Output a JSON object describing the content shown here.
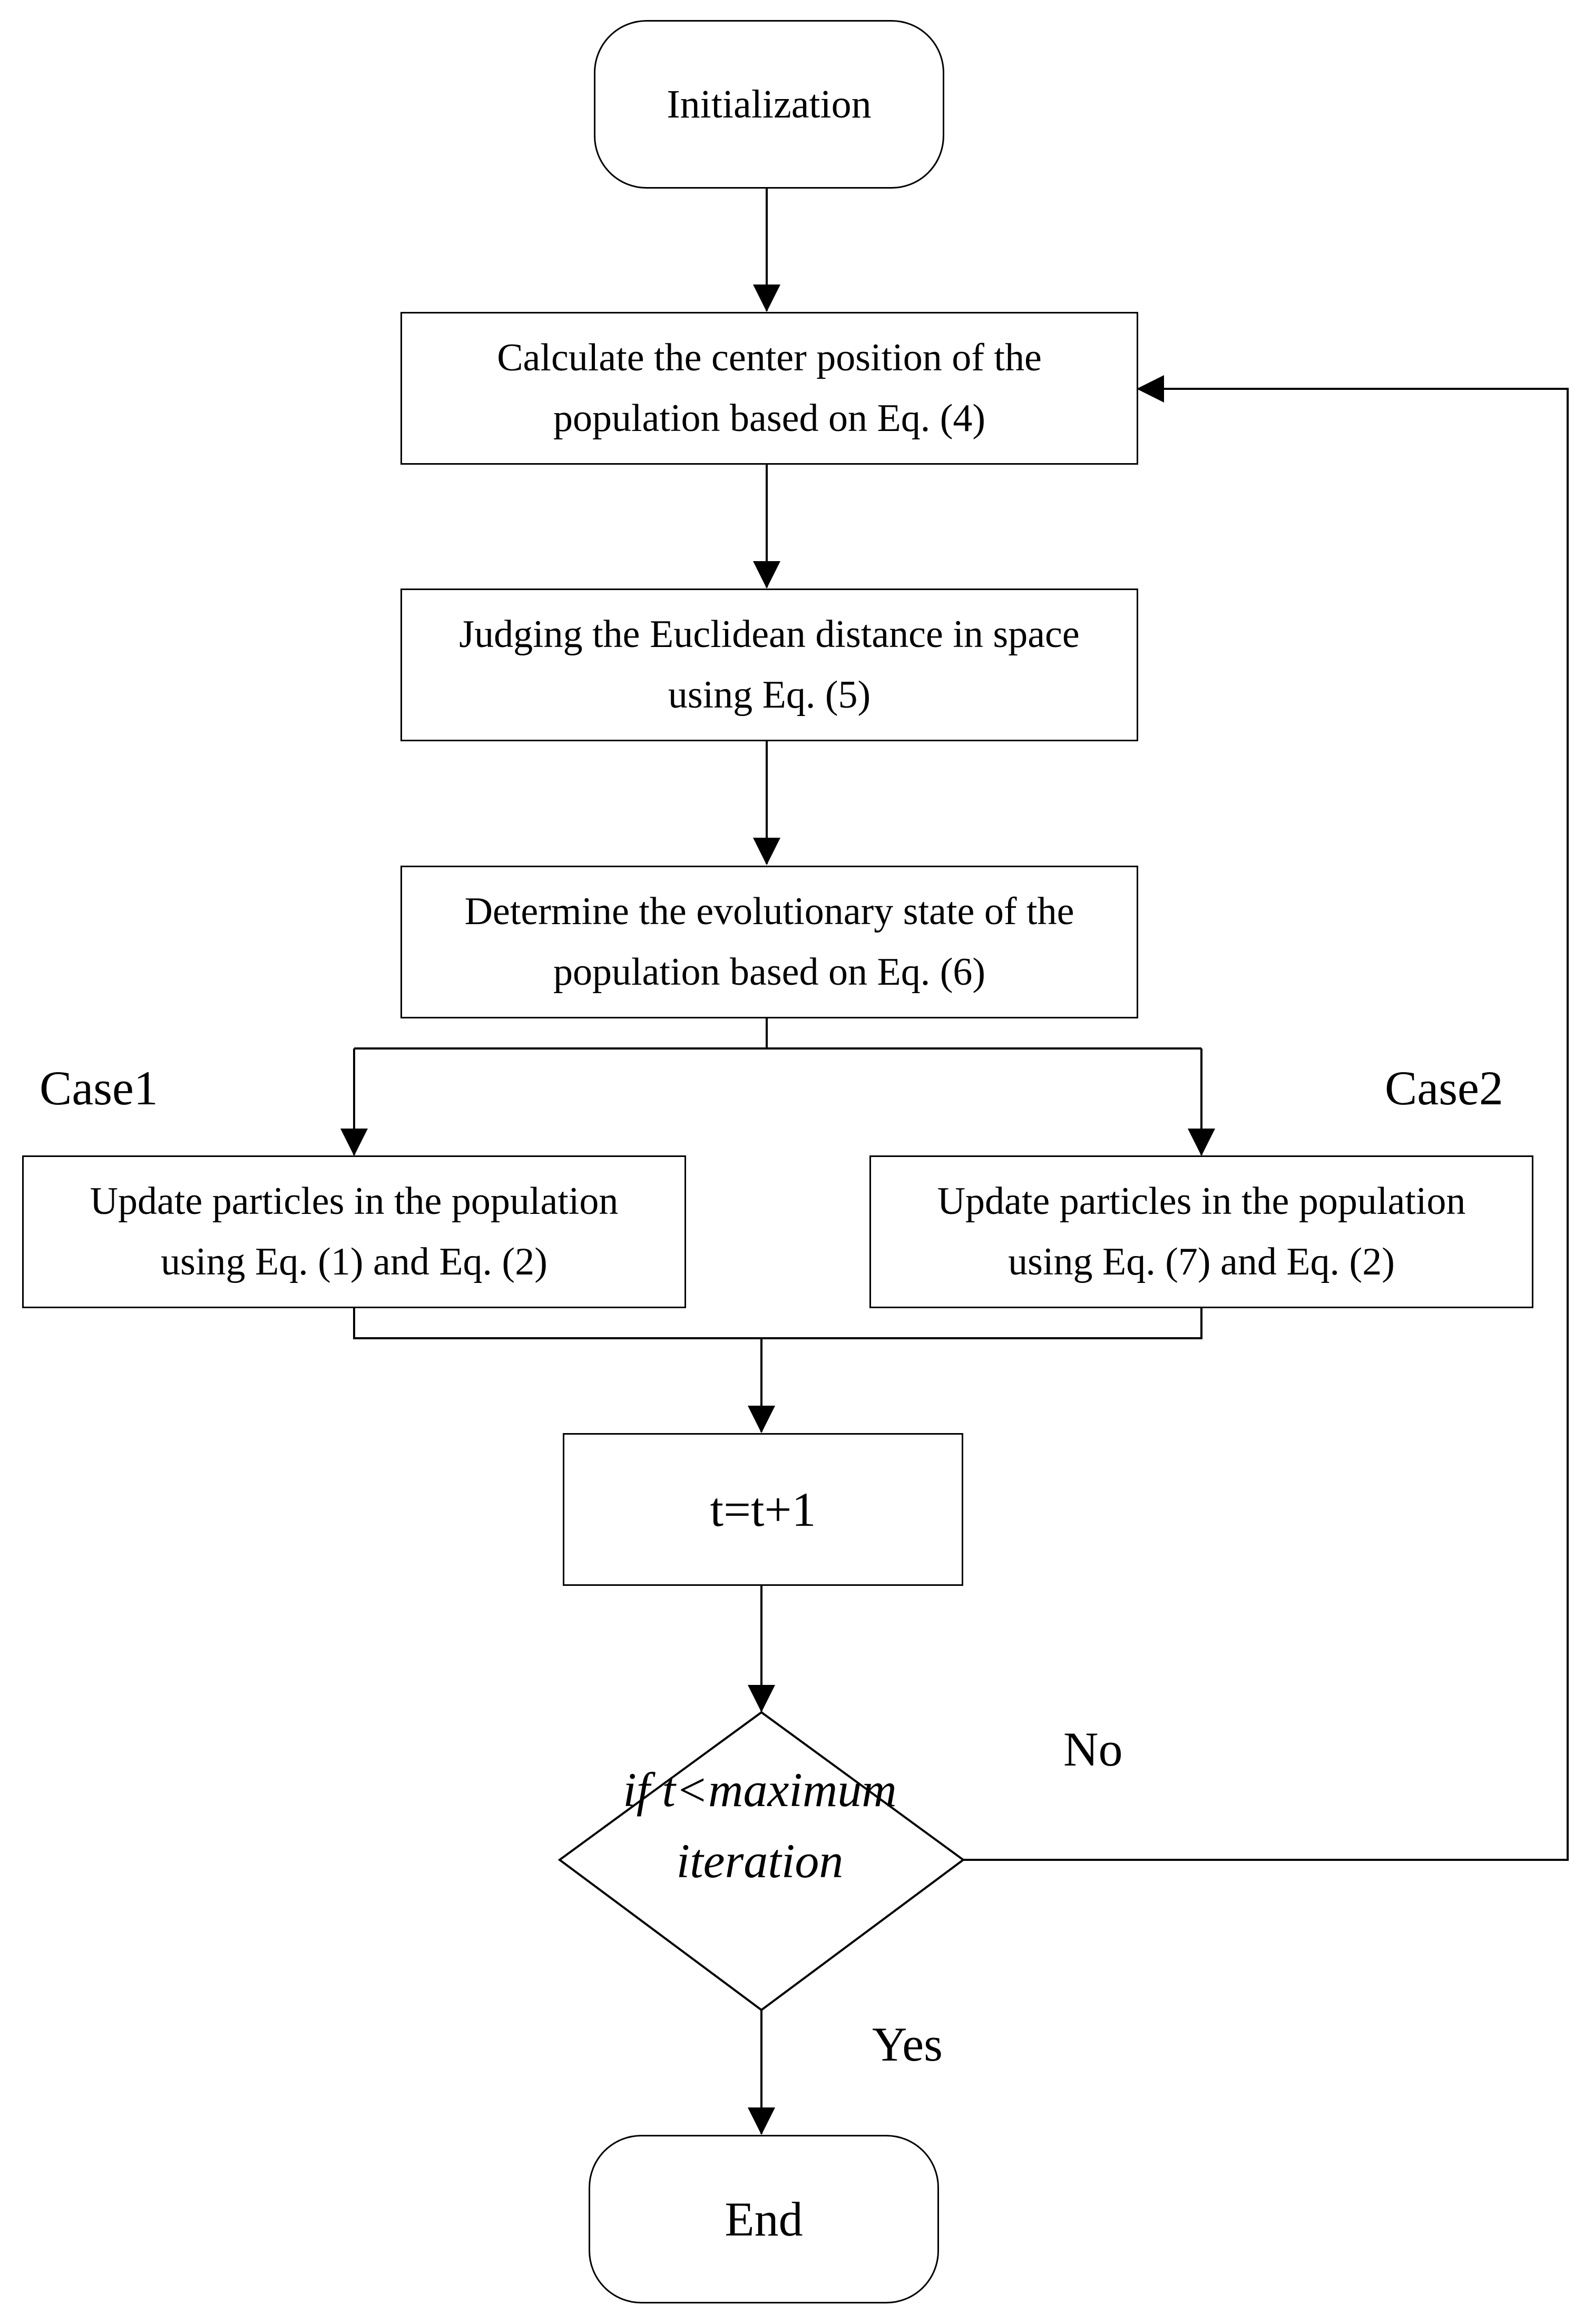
{
  "nodes": {
    "init": "Initialization",
    "step_center": [
      "Calculate the center position of the",
      "population based on Eq. (4)"
    ],
    "step_distance": [
      "Judging the Euclidean distance in space",
      "using Eq. (5)"
    ],
    "step_state": [
      "Determine the evolutionary state of the",
      "population based on Eq. (6)"
    ],
    "step_case1": [
      "Update particles in the population",
      "using Eq. (1) and Eq. (2)"
    ],
    "step_case2": [
      "Update particles in the population",
      "using Eq. (7) and Eq. (2)"
    ],
    "step_increment": "t=t+1",
    "decision": [
      "if t<maximum",
      "iteration"
    ],
    "end": "End"
  },
  "labels": {
    "case1": "Case1",
    "case2": "Case2",
    "no": "No",
    "yes": "Yes"
  },
  "colors": {
    "stroke": "#000000",
    "background": "#ffffff"
  }
}
